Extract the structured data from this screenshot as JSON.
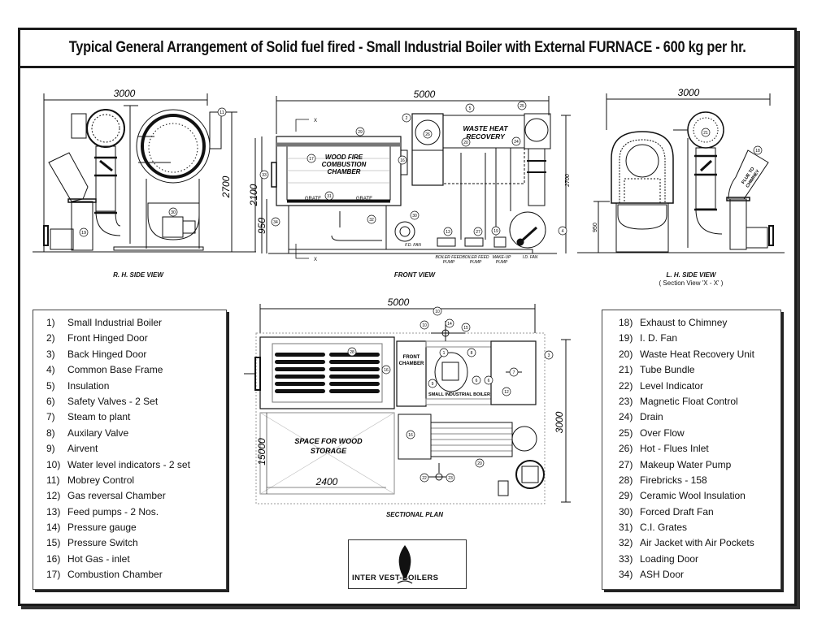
{
  "title": "Typical General Arrangement of Solid fuel fired - Small Industrial Boiler with External FURNACE - 600 kg per hr.",
  "views": {
    "rh_side": {
      "label": "R. H. SIDE VIEW",
      "dim_width": "3000",
      "dim_height": "2700",
      "callouts": [
        "11",
        "19",
        "30"
      ]
    },
    "front": {
      "label": "FRONT VIEW",
      "dim_width": "5000",
      "dim_height_left": "2100",
      "dim_base": "950",
      "dim_height_right": "2700",
      "section_mark": "X",
      "texts": {
        "wood_fire": "WOOD FIRE",
        "combustion": "COMBUSTION",
        "chamber": "CHAMBER",
        "waste_heat": "WASTE HEAT",
        "recovery": "RECOVERY",
        "grate": "GRATE",
        "fd_fan": "F.D. FAN",
        "boiler_feed_pump": "BOILER FEED",
        "pump": "PUMP",
        "make_up": "MAKE-UP",
        "id_fan": "I.D. FAN"
      },
      "callouts": [
        "2",
        "5",
        "25",
        "26",
        "20",
        "24",
        "29",
        "17",
        "16",
        "33",
        "31",
        "32",
        "34",
        "30",
        "13",
        "27",
        "19",
        "4"
      ]
    },
    "lh_side": {
      "label": "L. H. SIDE VIEW",
      "sublabel": "( Section View 'X - X' )",
      "dim_width": "3000",
      "dim_height": "950",
      "flue_text_1": "FLUE TO",
      "flue_text_2": "CHIMNEY",
      "callouts": [
        "21",
        "18"
      ]
    },
    "plan": {
      "label": "SECTIONAL PLAN",
      "dim_width": "5000",
      "dim_depth": "3000",
      "dim_storage_depth": "15000",
      "dim_storage_width": "2400",
      "storage_text_1": "SPACE FOR WOOD",
      "storage_text_2": "STORAGE",
      "front_chamber_1": "FRONT",
      "front_chamber_2": "CHAMBER",
      "boiler_text": "SMALL INDUSTRIAL BOILER",
      "callouts": [
        "10",
        "10",
        "14",
        "15",
        "28",
        "1",
        "8",
        "3",
        "16",
        "7",
        "6",
        "6",
        "9",
        "12",
        "16",
        "20",
        "22",
        "23"
      ]
    }
  },
  "legend_left": [
    {
      "num": "1)",
      "label": "Small Industrial Boiler"
    },
    {
      "num": "2)",
      "label": "Front Hinged Door"
    },
    {
      "num": "3)",
      "label": "Back Hinged Door"
    },
    {
      "num": "4)",
      "label": "Common Base Frame"
    },
    {
      "num": "5)",
      "label": "Insulation"
    },
    {
      "num": "6)",
      "label": "Safety Valves - 2 Set"
    },
    {
      "num": "7)",
      "label": "Steam to plant"
    },
    {
      "num": "8)",
      "label": "Auxilary Valve"
    },
    {
      "num": "9)",
      "label": "Airvent"
    },
    {
      "num": "10)",
      "label": "Water level indicators - 2 set"
    },
    {
      "num": "11)",
      "label": "Mobrey Control"
    },
    {
      "num": "12)",
      "label": "Gas reversal Chamber"
    },
    {
      "num": "13)",
      "label": "Feed pumps - 2 Nos."
    },
    {
      "num": "14)",
      "label": "Pressure gauge"
    },
    {
      "num": "15)",
      "label": "Pressure Switch"
    },
    {
      "num": "16)",
      "label": "Hot Gas - inlet"
    },
    {
      "num": "17)",
      "label": "Combustion Chamber"
    }
  ],
  "legend_right": [
    {
      "num": "18)",
      "label": "Exhaust to Chimney"
    },
    {
      "num": "19)",
      "label": "I. D. Fan"
    },
    {
      "num": "20)",
      "label": "Waste Heat Recovery Unit"
    },
    {
      "num": "21)",
      "label": "Tube Bundle"
    },
    {
      "num": "22)",
      "label": "Level Indicator"
    },
    {
      "num": "23)",
      "label": "Magnetic Float Control"
    },
    {
      "num": "24)",
      "label": "Drain"
    },
    {
      "num": "25)",
      "label": "Over Flow"
    },
    {
      "num": "26)",
      "label": "Hot - Flues Inlet"
    },
    {
      "num": "27)",
      "label": "Makeup Water Pump"
    },
    {
      "num": "28)",
      "label": "Firebricks - 158"
    },
    {
      "num": "29)",
      "label": "Ceramic Wool Insulation"
    },
    {
      "num": "30)",
      "label": "Forced Draft Fan"
    },
    {
      "num": "31)",
      "label": "C.I. Grates"
    },
    {
      "num": "32)",
      "label": "Air Jacket with Air Pockets"
    },
    {
      "num": "33)",
      "label": "Loading Door"
    },
    {
      "num": "34)",
      "label": "ASH Door"
    }
  ],
  "logo": {
    "text": "INTER VEST-BOILERS"
  }
}
